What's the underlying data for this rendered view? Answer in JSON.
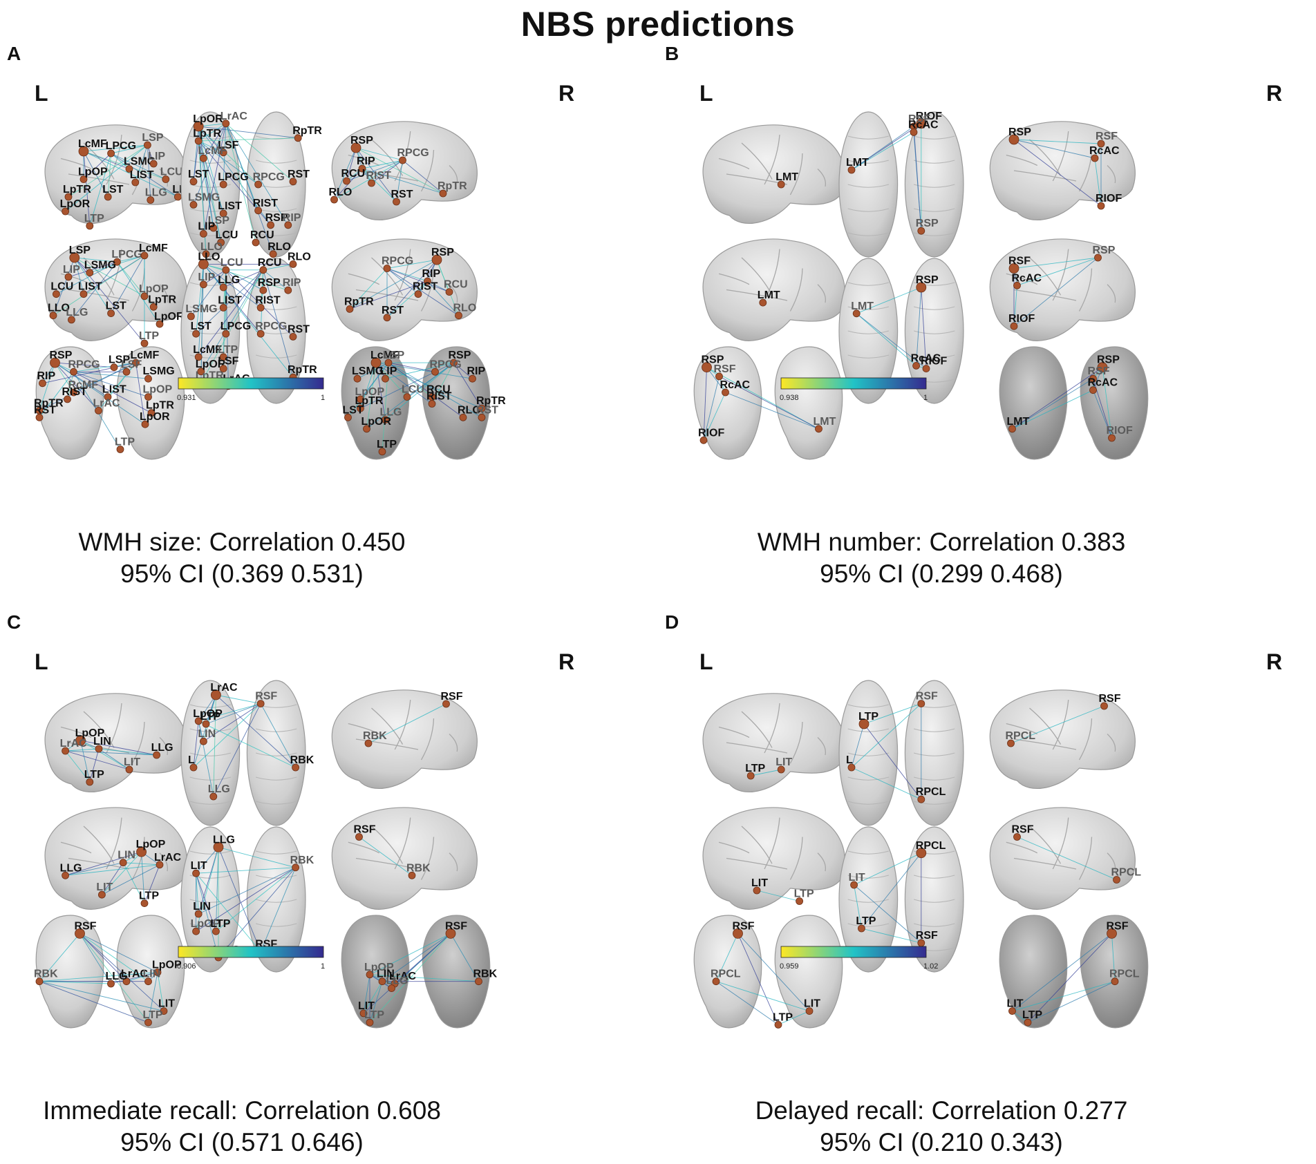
{
  "title": "NBS predictions",
  "colors": {
    "edge": "#2a2f8e",
    "node": "#a9542e",
    "cb_low": "#fde725",
    "cb_mid": "#21c3c6",
    "cb_high": "#352a8f"
  },
  "panels": [
    {
      "id": "A",
      "left": "L",
      "right": "R",
      "caption": "WMH size: Correlation  0.450",
      "ci": "95% CI (0.369  0.531)",
      "cb_min": "0.931",
      "cb_max": "1",
      "views": {
        "lat_l": [
          [
            "LcMF",
            0.3,
            0.28
          ],
          [
            "LSP",
            0.72,
            0.22
          ],
          [
            "LPCG",
            0.48,
            0.3
          ],
          [
            "LSMG",
            0.6,
            0.45
          ],
          [
            "LIP",
            0.76,
            0.4
          ],
          [
            "LpOP",
            0.3,
            0.55
          ],
          [
            "LIST",
            0.64,
            0.58
          ],
          [
            "LCU",
            0.84,
            0.55
          ],
          [
            "LpTR",
            0.2,
            0.72
          ],
          [
            "LST",
            0.46,
            0.72
          ],
          [
            "LLG",
            0.74,
            0.75
          ],
          [
            "LLO",
            0.92,
            0.72
          ],
          [
            "LpOR",
            0.18,
            0.86
          ],
          [
            "LTP",
            0.34,
            1.0
          ]
        ],
        "lat_r": [
          [
            "RSP",
            0.2,
            0.28
          ],
          [
            "RPCG",
            0.5,
            0.4
          ],
          [
            "RIP",
            0.24,
            0.48
          ],
          [
            "RCU",
            0.14,
            0.6
          ],
          [
            "RIST",
            0.3,
            0.62
          ],
          [
            "RLO",
            0.06,
            0.78
          ],
          [
            "RST",
            0.46,
            0.8
          ],
          [
            "RpTR",
            0.76,
            0.72
          ]
        ],
        "med_l": [
          [
            "LSP",
            0.24,
            0.2
          ],
          [
            "LPCG",
            0.52,
            0.24
          ],
          [
            "LcMF",
            0.7,
            0.18
          ],
          [
            "LSMG",
            0.34,
            0.34
          ],
          [
            "LIP",
            0.2,
            0.38
          ],
          [
            "LIST",
            0.3,
            0.54
          ],
          [
            "LCU",
            0.12,
            0.54
          ],
          [
            "LpOP",
            0.7,
            0.56
          ],
          [
            "LpTR",
            0.76,
            0.66
          ],
          [
            "LLO",
            0.1,
            0.74
          ],
          [
            "LLG",
            0.22,
            0.78
          ],
          [
            "LST",
            0.48,
            0.72
          ],
          [
            "LpOR",
            0.8,
            0.82
          ],
          [
            "LTP",
            0.7,
            1.0
          ]
        ],
        "med_r": [
          [
            "RSP",
            0.72,
            0.22
          ],
          [
            "RPCG",
            0.4,
            0.3
          ],
          [
            "RIP",
            0.66,
            0.42
          ],
          [
            "RIST",
            0.6,
            0.54
          ],
          [
            "RCU",
            0.8,
            0.52
          ],
          [
            "RpTR",
            0.16,
            0.68
          ],
          [
            "RST",
            0.4,
            0.76
          ],
          [
            "RLO",
            0.86,
            0.74
          ]
        ],
        "top": [
          [
            "LpOR",
            0.14,
            0.1
          ],
          [
            "LrAC",
            0.36,
            0.08
          ],
          [
            "LpTR",
            0.14,
            0.2
          ],
          [
            "LSF",
            0.34,
            0.28
          ],
          [
            "LcMF",
            0.18,
            0.32
          ],
          [
            "LST",
            0.1,
            0.48
          ],
          [
            "LPCG",
            0.34,
            0.5
          ],
          [
            "RPCG",
            0.62,
            0.5
          ],
          [
            "RST",
            0.9,
            0.48
          ],
          [
            "RpTR",
            0.94,
            0.18
          ],
          [
            "LSMG",
            0.1,
            0.64
          ],
          [
            "LIST",
            0.34,
            0.7
          ],
          [
            "RIST",
            0.62,
            0.68
          ],
          [
            "LSP",
            0.26,
            0.8
          ],
          [
            "LIP",
            0.18,
            0.84
          ],
          [
            "RSP",
            0.72,
            0.78
          ],
          [
            "RIP",
            0.86,
            0.78
          ],
          [
            "LCU",
            0.32,
            0.9
          ],
          [
            "RCU",
            0.6,
            0.9
          ],
          [
            "LLO",
            0.2,
            0.98
          ],
          [
            "RLO",
            0.74,
            0.98
          ]
        ],
        "bottom": [
          [
            "LLO",
            0.18,
            0.04
          ],
          [
            "LCU",
            0.36,
            0.08
          ],
          [
            "RCU",
            0.66,
            0.08
          ],
          [
            "RLO",
            0.9,
            0.04
          ],
          [
            "LIP",
            0.18,
            0.18
          ],
          [
            "LLG",
            0.34,
            0.2
          ],
          [
            "RSP",
            0.66,
            0.22
          ],
          [
            "RIP",
            0.86,
            0.22
          ],
          [
            "LIST",
            0.34,
            0.34
          ],
          [
            "RIST",
            0.64,
            0.34
          ],
          [
            "LSMG",
            0.08,
            0.4
          ],
          [
            "LST",
            0.12,
            0.52
          ],
          [
            "LPCG",
            0.36,
            0.52
          ],
          [
            "RPCG",
            0.64,
            0.52
          ],
          [
            "RST",
            0.9,
            0.54
          ],
          [
            "LcMF",
            0.14,
            0.68
          ],
          [
            "LTP",
            0.34,
            0.68
          ],
          [
            "LpOR",
            0.16,
            0.78
          ],
          [
            "LSF",
            0.34,
            0.76
          ],
          [
            "LpTR",
            0.16,
            0.86
          ],
          [
            "LrAC",
            0.38,
            0.88
          ],
          [
            "RpTR",
            0.9,
            0.82
          ]
        ],
        "front": [
          [
            "RSP",
            0.14,
            0.14
          ],
          [
            "RPCG",
            0.26,
            0.22
          ],
          [
            "LcMF",
            0.66,
            0.14
          ],
          [
            "LSP",
            0.52,
            0.18
          ],
          [
            "LSF",
            0.6,
            0.22
          ],
          [
            "RIP",
            0.06,
            0.32
          ],
          [
            "LSMG",
            0.74,
            0.28
          ],
          [
            "RcMF",
            0.26,
            0.4
          ],
          [
            "RIST",
            0.22,
            0.46
          ],
          [
            "LIST",
            0.48,
            0.44
          ],
          [
            "LpOP",
            0.74,
            0.44
          ],
          [
            "RpTR",
            0.04,
            0.56
          ],
          [
            "RST",
            0.04,
            0.62
          ],
          [
            "LrAC",
            0.42,
            0.56
          ],
          [
            "LpTR",
            0.76,
            0.58
          ],
          [
            "LpOR",
            0.72,
            0.68
          ],
          [
            "LTP",
            0.56,
            0.9
          ]
        ],
        "back": [
          [
            "LcMF",
            0.24,
            0.14
          ],
          [
            "LSP",
            0.32,
            0.14
          ],
          [
            "RSP",
            0.74,
            0.14
          ],
          [
            "LIP",
            0.3,
            0.28
          ],
          [
            "RPCG",
            0.62,
            0.22
          ],
          [
            "RIP",
            0.86,
            0.28
          ],
          [
            "LSMG",
            0.12,
            0.28
          ],
          [
            "LCU",
            0.44,
            0.44
          ],
          [
            "RCU",
            0.6,
            0.44
          ],
          [
            "RIST",
            0.6,
            0.5
          ],
          [
            "LpOP",
            0.14,
            0.46
          ],
          [
            "LpTR",
            0.14,
            0.54
          ],
          [
            "LST",
            0.06,
            0.62
          ],
          [
            "LLG",
            0.3,
            0.64
          ],
          [
            "RLO",
            0.8,
            0.62
          ],
          [
            "RpTR",
            0.92,
            0.54
          ],
          [
            "RST",
            0.92,
            0.62
          ],
          [
            "LpOR",
            0.18,
            0.72
          ],
          [
            "LTP",
            0.28,
            0.92
          ]
        ]
      }
    },
    {
      "id": "B",
      "left": "L",
      "right": "R",
      "caption": "WMH number: Correlation 0.383",
      "ci": "95% CI (0.299  0.468)",
      "cb_min": "0.938",
      "cb_max": "1",
      "views": {
        "lat_l": [
          [
            "LMT",
            0.56,
            0.6
          ]
        ],
        "lat_r": [
          [
            "RSP",
            0.2,
            0.2
          ],
          [
            "RSF",
            0.76,
            0.24
          ],
          [
            "RcAC",
            0.72,
            0.38
          ],
          [
            "RIOF",
            0.76,
            0.84
          ]
        ],
        "med_l": [
          [
            "LMT",
            0.44,
            0.62
          ]
        ],
        "med_r": [
          [
            "RSF",
            0.2,
            0.3
          ],
          [
            "RSP",
            0.74,
            0.2
          ],
          [
            "RcAC",
            0.22,
            0.46
          ],
          [
            "RIOF",
            0.2,
            0.84
          ]
        ],
        "top": [
          [
            "RIOF",
            0.66,
            0.08
          ],
          [
            "RSF",
            0.6,
            0.1
          ],
          [
            "RcAC",
            0.6,
            0.14
          ],
          [
            "LMT",
            0.1,
            0.4
          ],
          [
            "RSP",
            0.66,
            0.82
          ]
        ],
        "bottom": [
          [
            "RSP",
            0.66,
            0.2
          ],
          [
            "LMT",
            0.14,
            0.38
          ],
          [
            "RcAC",
            0.62,
            0.74
          ],
          [
            "RIOF",
            0.7,
            0.76
          ]
        ],
        "front": [
          [
            "RSP",
            0.1,
            0.18
          ],
          [
            "RSF",
            0.18,
            0.26
          ],
          [
            "RcAC",
            0.22,
            0.4
          ],
          [
            "RIOF",
            0.08,
            0.82
          ],
          [
            "LMT",
            0.82,
            0.72
          ]
        ],
        "back": [
          [
            "RSP",
            0.68,
            0.18
          ],
          [
            "RSF",
            0.62,
            0.28
          ],
          [
            "RcAC",
            0.62,
            0.38
          ],
          [
            "LMT",
            0.1,
            0.72
          ],
          [
            "RIOF",
            0.74,
            0.8
          ]
        ]
      }
    },
    {
      "id": "C",
      "left": "L",
      "right": "R",
      "caption": "Immediate recall: Correlation 0.608",
      "ci": "95% CI (0.571  0.646)",
      "cb_min": "0.906",
      "cb_max": "1",
      "views": {
        "lat_l": [
          [
            "LpOP",
            0.28,
            0.48
          ],
          [
            "LrAC",
            0.18,
            0.58
          ],
          [
            "LIN",
            0.4,
            0.56
          ],
          [
            "LLG",
            0.78,
            0.62
          ],
          [
            "LIT",
            0.6,
            0.76
          ],
          [
            "LTP",
            0.34,
            0.88
          ]
        ],
        "lat_r": [
          [
            "RSF",
            0.78,
            0.16
          ],
          [
            "RBK",
            0.28,
            0.54
          ]
        ],
        "med_l": [
          [
            "LpOP",
            0.68,
            0.44
          ],
          [
            "LIN",
            0.56,
            0.54
          ],
          [
            "LrAC",
            0.8,
            0.56
          ],
          [
            "LLG",
            0.18,
            0.66
          ],
          [
            "LIT",
            0.42,
            0.84
          ],
          [
            "LTP",
            0.7,
            0.92
          ]
        ],
        "med_r": [
          [
            "RSF",
            0.22,
            0.3
          ],
          [
            "RBK",
            0.56,
            0.66
          ]
        ],
        "top": [
          [
            "LrAC",
            0.28,
            0.1
          ],
          [
            "RSF",
            0.64,
            0.16
          ],
          [
            "LpOP",
            0.14,
            0.28
          ],
          [
            "LTP",
            0.2,
            0.3
          ],
          [
            "LIN",
            0.18,
            0.42
          ],
          [
            "L",
            0.1,
            0.6
          ],
          [
            "RBK",
            0.92,
            0.6
          ],
          [
            "LLG",
            0.26,
            0.8
          ]
        ],
        "bottom": [
          [
            "LLG",
            0.3,
            0.14
          ],
          [
            "RBK",
            0.92,
            0.28
          ],
          [
            "LIT",
            0.12,
            0.32
          ],
          [
            "LIN",
            0.14,
            0.6
          ],
          [
            "LpOP",
            0.12,
            0.72
          ],
          [
            "LTP",
            0.28,
            0.72
          ],
          [
            "RSF",
            0.64,
            0.86
          ],
          [
            "LrAC",
            0.3,
            0.9
          ]
        ],
        "front": [
          [
            "RSF",
            0.3,
            0.16
          ],
          [
            "RBK",
            0.04,
            0.58
          ],
          [
            "LpOP",
            0.8,
            0.5
          ],
          [
            "LrAC",
            0.6,
            0.58
          ],
          [
            "LIN",
            0.74,
            0.58
          ],
          [
            "LLG",
            0.5,
            0.6
          ],
          [
            "LIT",
            0.84,
            0.84
          ],
          [
            "LTP",
            0.74,
            0.94
          ]
        ],
        "back": [
          [
            "RSF",
            0.72,
            0.16
          ],
          [
            "LpOP",
            0.2,
            0.52
          ],
          [
            "LIN",
            0.28,
            0.58
          ],
          [
            "LrAC",
            0.36,
            0.6
          ],
          [
            "LLG",
            0.34,
            0.64
          ],
          [
            "RBK",
            0.9,
            0.58
          ],
          [
            "LIT",
            0.16,
            0.86
          ],
          [
            "LTP",
            0.2,
            0.94
          ]
        ]
      }
    },
    {
      "id": "D",
      "left": "L",
      "right": "R",
      "caption": "Delayed recall: Correlation 0.277",
      "ci": "95% CI (0.210  0.343)",
      "cb_min": "0.959",
      "cb_max": "1.02",
      "views": {
        "lat_l": [
          [
            "LTP",
            0.36,
            0.82
          ],
          [
            "LIT",
            0.56,
            0.76
          ]
        ],
        "lat_r": [
          [
            "RSF",
            0.78,
            0.18
          ],
          [
            "RPCL",
            0.18,
            0.54
          ]
        ],
        "med_l": [
          [
            "LIT",
            0.4,
            0.8
          ],
          [
            "LTP",
            0.68,
            0.9
          ]
        ],
        "med_r": [
          [
            "RSF",
            0.22,
            0.3
          ],
          [
            "RPCL",
            0.86,
            0.7
          ]
        ],
        "top": [
          [
            "LTP",
            0.2,
            0.3
          ],
          [
            "RSF",
            0.66,
            0.16
          ],
          [
            "L",
            0.1,
            0.6
          ],
          [
            "RPCL",
            0.66,
            0.82
          ]
        ],
        "bottom": [
          [
            "RPCL",
            0.66,
            0.18
          ],
          [
            "LIT",
            0.12,
            0.4
          ],
          [
            "LTP",
            0.18,
            0.7
          ],
          [
            "RSF",
            0.66,
            0.8
          ]
        ],
        "front": [
          [
            "RSF",
            0.3,
            0.16
          ],
          [
            "RPCL",
            0.16,
            0.58
          ],
          [
            "LIT",
            0.76,
            0.84
          ],
          [
            "LTP",
            0.56,
            0.96
          ]
        ],
        "back": [
          [
            "RSF",
            0.74,
            0.16
          ],
          [
            "RPCL",
            0.76,
            0.58
          ],
          [
            "LIT",
            0.1,
            0.84
          ],
          [
            "LTP",
            0.2,
            0.94
          ]
        ]
      }
    }
  ]
}
